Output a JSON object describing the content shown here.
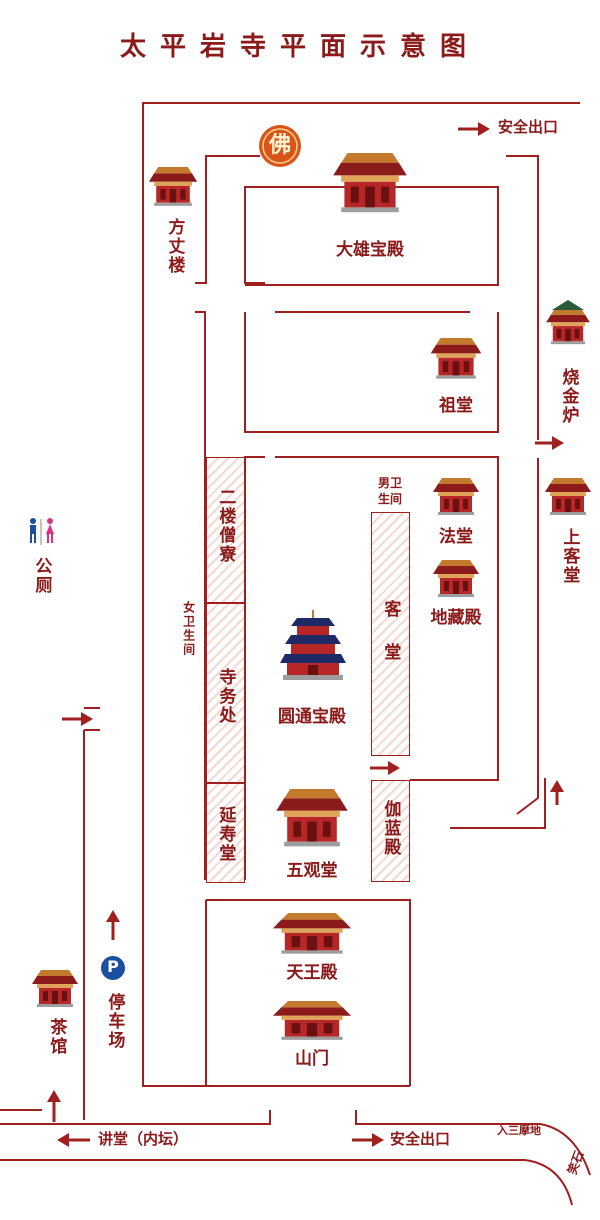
{
  "title": "太平岩寺平面示意图",
  "colors": {
    "accent": "#8b1a1a",
    "line": "#a02020",
    "badge": "#d8541a",
    "parking": "#1d4fa0"
  },
  "icons": {
    "buddha": "佛-badge-icon",
    "parking": "parking-icon",
    "restroom": "restroom-icon",
    "arrow": "direction-arrow-icon"
  },
  "badge": "佛",
  "parking_glyph": "P",
  "buildings": {
    "daxiong": "大雄宝殿",
    "fangzhang": "方丈楼",
    "zutang": "祖堂",
    "shaojinlu": "烧金炉",
    "fatang": "法堂",
    "dizang": "地藏殿",
    "shangketang": "上客堂",
    "yuantong": "圆通宝殿",
    "wuguan": "五观堂",
    "tianwang": "天王殿",
    "shanmen": "山门",
    "chaguan": "茶馆",
    "ketang": "客堂",
    "qielan": "伽蓝殿",
    "sengliao": "二楼僧寮",
    "siwuchu": "寺务处",
    "yanshou": "延寿堂"
  },
  "facilities": {
    "public_toilet": "公厕",
    "female_toilet": "女卫生间",
    "male_toilet": "男卫生间",
    "parking": "停车场"
  },
  "exits": {
    "safety_exit_top": "安全出口",
    "safety_exit_bottom": "安全出口",
    "lecture_hall": "讲堂（内坛）",
    "to_sanmodi": "入三摩地",
    "xiaoshi": "笑石"
  }
}
